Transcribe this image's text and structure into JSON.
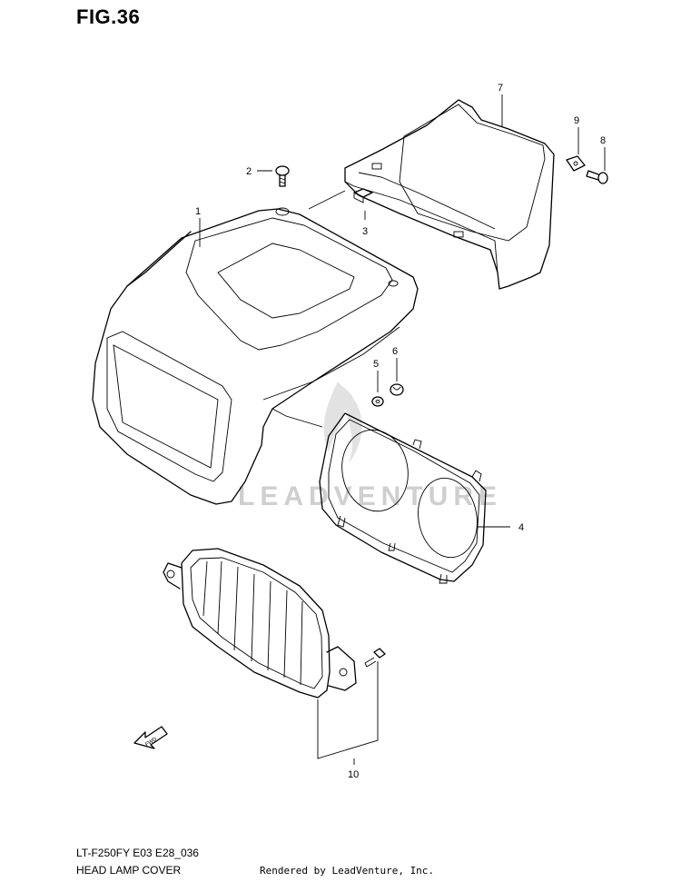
{
  "figure": {
    "title": "FIG.36"
  },
  "callouts": [
    {
      "id": "1",
      "label": "1"
    },
    {
      "id": "2",
      "label": "2"
    },
    {
      "id": "3",
      "label": "3"
    },
    {
      "id": "4",
      "label": "4"
    },
    {
      "id": "5",
      "label": "5"
    },
    {
      "id": "6",
      "label": "6"
    },
    {
      "id": "7",
      "label": "7"
    },
    {
      "id": "8",
      "label": "8"
    },
    {
      "id": "9",
      "label": "9"
    },
    {
      "id": "10",
      "label": "10"
    }
  ],
  "direction_marker": {
    "label": "FWD"
  },
  "watermark": {
    "text": "LEADVENTURE"
  },
  "footer": {
    "model_code": "LT-F250FY E03 E28_036",
    "part_name": "HEAD LAMP COVER",
    "rendered_by": "Rendered by LeadVenture, Inc."
  }
}
